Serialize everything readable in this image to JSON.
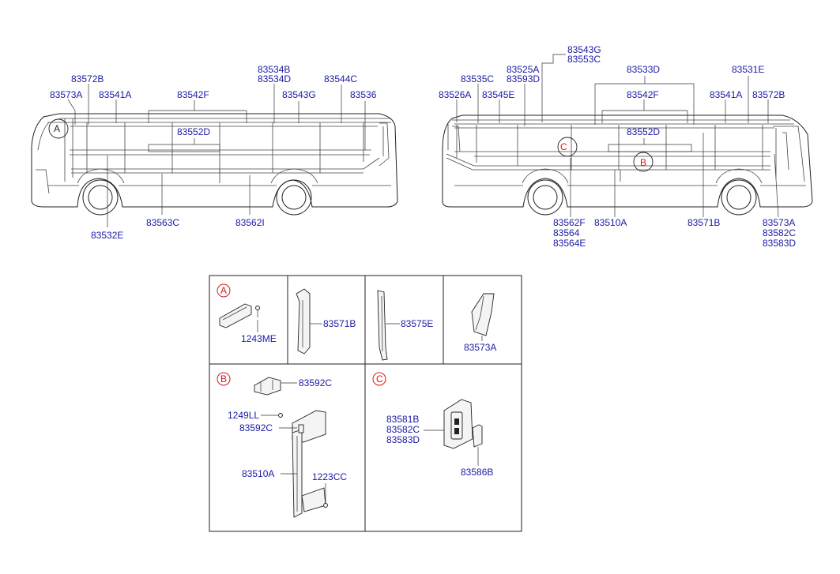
{
  "left_bus": {
    "labels": {
      "l83572B": "83572B",
      "l83573A": "83573A",
      "l83541A": "83541A",
      "l83542F": "83542F",
      "l83534B": "83534B",
      "l83534D": "83534D",
      "l83544C": "83544C",
      "l83543G": "83543G",
      "l83536": "83536",
      "l83552D": "83552D",
      "l83563C": "83563C",
      "l83562I": "83562I",
      "l83532E": "83532E"
    },
    "marker_a": "A"
  },
  "right_bus": {
    "labels": {
      "l83543G": "83543G",
      "l83553C": "83553C",
      "l83525A": "83525A",
      "l83593D": "83593D",
      "l83535C": "83535C",
      "l83533D": "83533D",
      "l83531E": "83531E",
      "l83526A": "83526A",
      "l83545E": "83545E",
      "l83542F": "83542F",
      "l83541A": "83541A",
      "l83572B": "83572B",
      "l83552D": "83552D",
      "l83562F": "83562F",
      "l83564": "83564",
      "l83564E": "83564E",
      "l83510A": "83510A",
      "l83571B": "83571B",
      "l83573A": "83573A",
      "l83582C": "83582C",
      "l83583D": "83583D"
    },
    "marker_c": "C",
    "marker_b": "B"
  },
  "detail_a": {
    "marker": "A",
    "labels": {
      "l1243ME": "1243ME",
      "l83571B": "83571B",
      "l83575E": "83575E",
      "l83573A": "83573A"
    }
  },
  "detail_b": {
    "marker": "B",
    "labels": {
      "l83592C_top": "83592C",
      "l1249LL": "1249LL",
      "l83592C": "83592C",
      "l83510A": "83510A",
      "l1223CC": "1223CC"
    }
  },
  "detail_c": {
    "marker": "C",
    "labels": {
      "l83581B": "83581B",
      "l83582C": "83582C",
      "l83583D": "83583D",
      "l83586B": "83586B"
    }
  },
  "colors": {
    "label": "#1a1aa6",
    "marker": "#d81818",
    "line": "#222222"
  }
}
